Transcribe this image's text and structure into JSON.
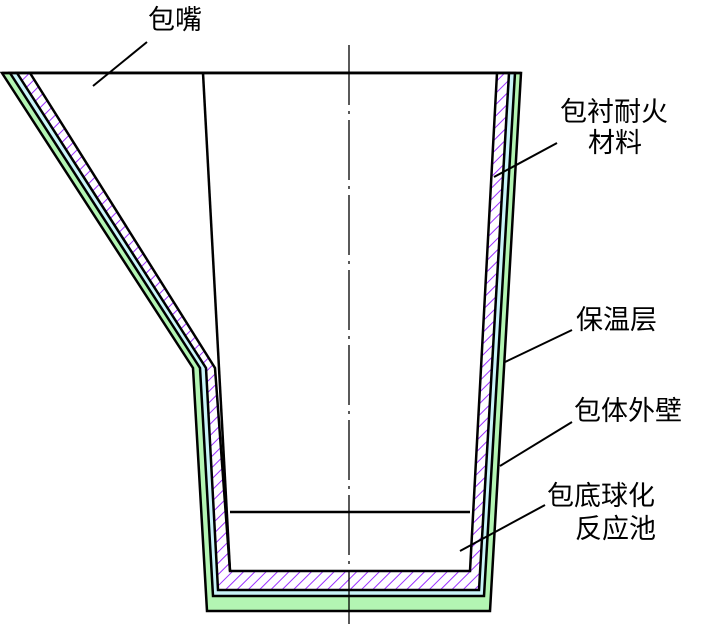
{
  "labels": {
    "spout": "包嘴",
    "lining_1": "包衬耐火",
    "lining_2": "材料",
    "insulation": "保温层",
    "shell": "包体外壁",
    "pool_1": "包底球化",
    "pool_2": "反应池"
  },
  "colors": {
    "shell": "#b3f5b3",
    "insulation": "#c9f4f8",
    "hatch": "#9b30ff",
    "line": "#000000"
  }
}
